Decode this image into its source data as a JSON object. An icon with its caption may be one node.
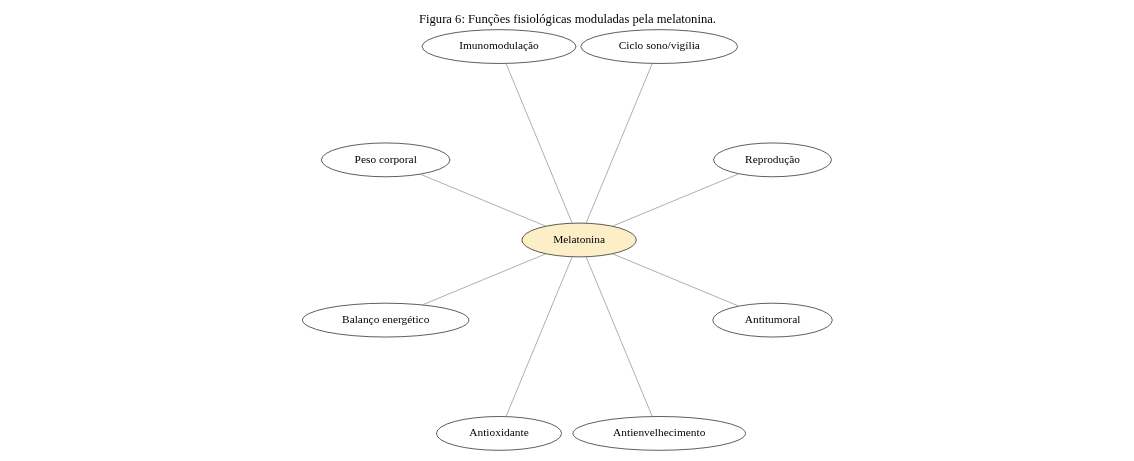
{
  "diagram": {
    "title": "Figura 6: Funções fisiológicas moduladas pela melatonina.",
    "nodes": [
      {
        "text": [
          "Reprodução"
        ]
      },
      {
        "text": [
          "Ciclo sono/vigília"
        ]
      },
      {
        "text": [
          "Imunomodulação"
        ]
      },
      {
        "text": [
          "Peso corporal"
        ]
      },
      {
        "text": [
          "Melatonina"
        ]
      },
      {
        "text": [
          "Balanço energético"
        ]
      },
      {
        "text": [
          "Antioxidante"
        ]
      },
      {
        "text": [
          "Antienvelhecimento"
        ]
      },
      {
        "text": [
          "Antitumoral"
        ]
      }
    ],
    "edges": [
      {
        "from": 4,
        "to": 0,
        "arrow": "none"
      },
      {
        "from": 4,
        "to": 1,
        "arrow": "none"
      },
      {
        "from": 4,
        "to": 2,
        "arrow": "none"
      },
      {
        "from": 4,
        "to": 3,
        "arrow": "none"
      },
      {
        "from": 4,
        "to": 5,
        "arrow": "none"
      },
      {
        "from": 4,
        "to": 6,
        "arrow": "none"
      },
      {
        "from": 4,
        "to": 7,
        "arrow": "none"
      },
      {
        "from": 4,
        "to": 8,
        "arrow": "none"
      }
    ]
  }
}
